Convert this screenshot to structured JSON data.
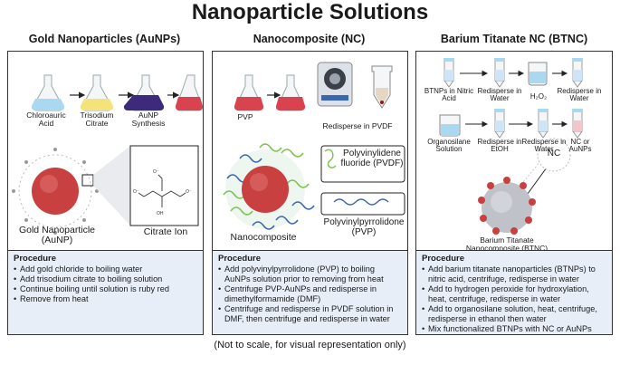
{
  "title": "Nanoparticle Solutions",
  "footer": "(Not to scale, for visual representation only)",
  "colors": {
    "gold": "#c8403f",
    "panel_bg": "#e8eef8",
    "pvp": "#3b66b0",
    "pvdf": "#7cc24b"
  },
  "au": {
    "header": "Gold Nanoparticles (AuNPs)",
    "flask1": "Chloroauric Acid",
    "flask2": "Trisodium Citrate",
    "flask3": "AuNP Synthesis",
    "particle": "Gold Nanoparticle (AuNP)",
    "ion": "Citrate Ion",
    "proc_title": "Procedure",
    "steps": [
      "Add gold chloride to boiling water",
      "Add trisodium citrate to boiling solution",
      "Continue boiling until solution is ruby red",
      "Remove from heat"
    ]
  },
  "nc": {
    "header": "Nanocomposite (NC)",
    "pvp": "PVP",
    "redisperse": "Redisperse in PVDF",
    "pvdf": "Polyvinylidene fluoride (PVDF)",
    "pvp_full": "Polyvinylpyrrolidone (PVP)",
    "composite": "Nanocomposite",
    "proc_title": "Procedure",
    "steps": [
      "Add polyvinylpyrrolidone (PVP) to boiling AuNPs solution prior to removing from heat",
      "Centrifuge PVP-AuNPs and redisperse in dimethylformamide (DMF)",
      "Centrifuge and redisperse in PVDF solution in DMF, then centrifuge and redisperse in water"
    ]
  },
  "bt": {
    "header": "Barium Titanate NC (BTNC)",
    "t1": "BTNPs in Nitric Acid",
    "t2": "Redisperse in Water",
    "t3": "H₂O₂",
    "t4": "Redisperse in Water",
    "t5": "Organosilane Solution",
    "t6": "Redisperse in EtOH",
    "t7": "Redisperse in Water",
    "t8": "NC or AuNPs",
    "nc": "NC",
    "particle": "Barium Titanate Nanocomposite (BTNC)",
    "proc_title": "Procedure",
    "steps": [
      "Add barium titanate nanoparticles (BTNPs) to nitric acid, centrifuge, redisperse in water",
      "Add to hydrogen peroxide for hydroxylation, heat, centrifuge, redisperse in water",
      "Add to organosilane solution, heat, centrifuge, redisperse in ethanol then water",
      "Mix functionalized BTNPs with NC or AuNPs"
    ]
  }
}
